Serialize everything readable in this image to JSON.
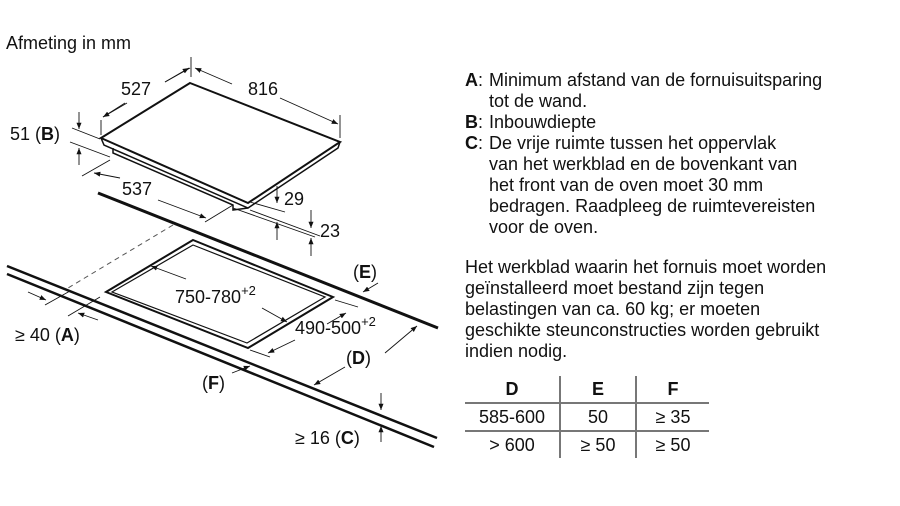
{
  "title": "Afmeting in mm",
  "dimensions": {
    "depth": "527",
    "width": "816",
    "height_b_value": "51",
    "height_b_key": "B",
    "bottom_width": "537",
    "dim_29": "29",
    "dim_23": "23",
    "cutout_width": "750-780",
    "cutout_width_tol": "+2",
    "cutout_depth": "490-500",
    "cutout_depth_tol": "+2",
    "label_e": "E",
    "label_d": "D",
    "label_f": "F",
    "min_a_value": "≥ 40",
    "min_a_key": "A",
    "min_c_value": "≥ 16",
    "min_c_key": "C"
  },
  "legend": [
    {
      "key": "A",
      "lines": [
        "Minimum afstand van de fornuisuitsparing",
        "tot de wand."
      ]
    },
    {
      "key": "B",
      "lines": [
        "Inbouwdiepte"
      ]
    },
    {
      "key": "C",
      "lines": [
        "De vrije ruimte tussen het oppervlak",
        "van het werkblad en de bovenkant van",
        "het front van de oven moet 30 mm",
        "bedragen. Raadpleeg de ruimtevereisten",
        "voor de oven."
      ]
    }
  ],
  "paragraph": [
    "Het werkblad waarin het fornuis moet worden",
    "geïnstalleerd moet bestand zijn tegen",
    "belastingen van ca. 60 kg; er moeten",
    "geschikte steunconstructies worden gebruikt",
    "indien nodig."
  ],
  "table": {
    "headers": [
      "D",
      "E",
      "F"
    ],
    "rows": [
      [
        "585-600",
        "50",
        "≥ 35"
      ],
      [
        "> 600",
        "≥ 50",
        "≥ 50"
      ]
    ]
  }
}
